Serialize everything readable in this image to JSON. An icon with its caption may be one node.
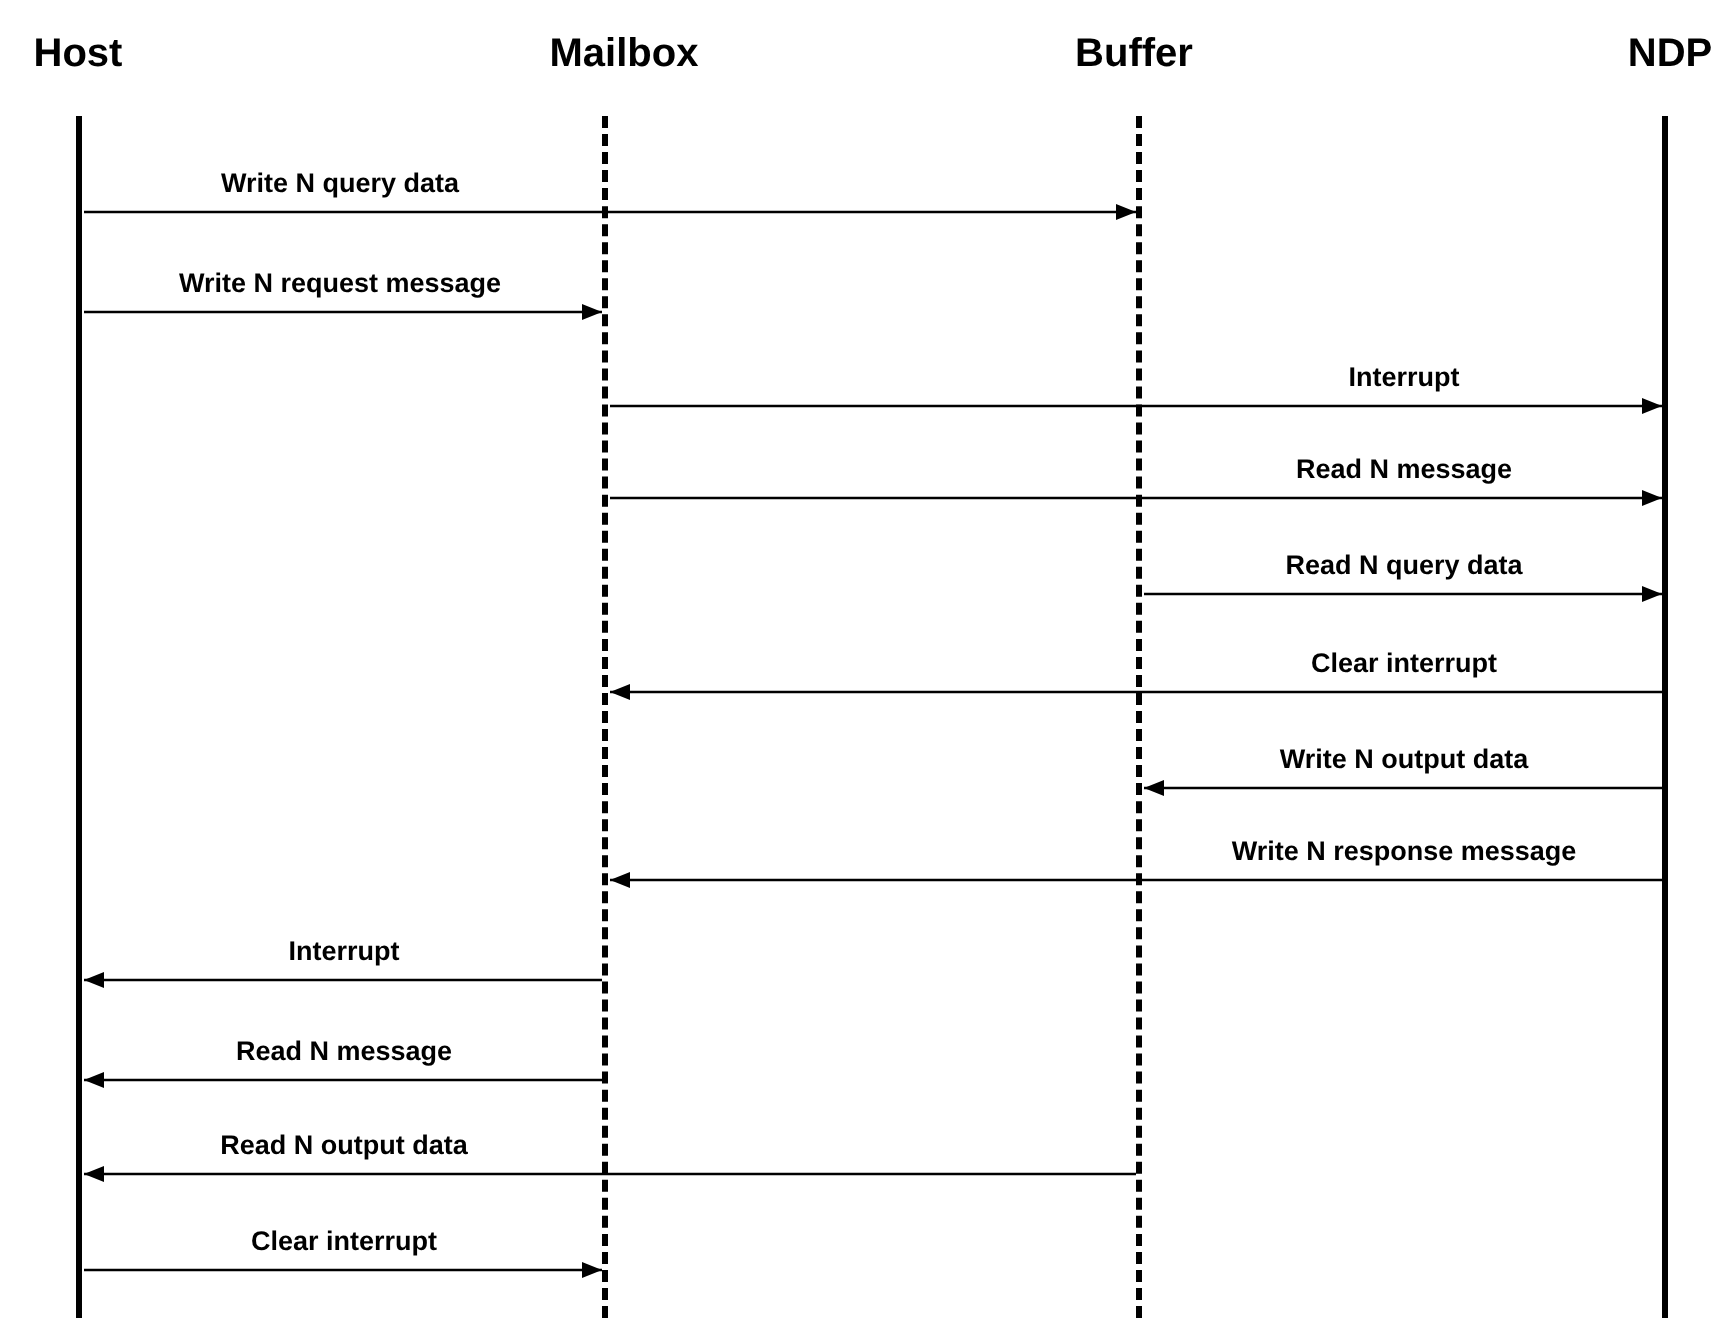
{
  "diagram": {
    "nodes": [
      {
        "text": [
          "Host"
        ]
      },
      {
        "text": [
          "Mailbox"
        ]
      },
      {
        "text": [
          "Buffer"
        ]
      },
      {
        "text": [
          "NDP"
        ]
      }
    ],
    "edges": [
      {
        "from": 0,
        "to": 2,
        "arrow": "to",
        "label": "Write N query data"
      },
      {
        "from": 0,
        "to": 1,
        "arrow": "to",
        "label": "Write N request message"
      },
      {
        "from": 1,
        "to": 3,
        "arrow": "to",
        "label": "Interrupt"
      },
      {
        "from": 1,
        "to": 3,
        "arrow": "to",
        "label": "Read N message"
      },
      {
        "from": 2,
        "to": 3,
        "arrow": "to",
        "label": "Read N query data"
      },
      {
        "from": 3,
        "to": 1,
        "arrow": "to",
        "label": "Clear interrupt"
      },
      {
        "from": 3,
        "to": 2,
        "arrow": "to",
        "label": "Write N output data"
      },
      {
        "from": 3,
        "to": 1,
        "arrow": "to",
        "label": "Write N response message"
      },
      {
        "from": 1,
        "to": 0,
        "arrow": "to",
        "label": "Interrupt"
      },
      {
        "from": 1,
        "to": 0,
        "arrow": "to",
        "label": "Read N message"
      },
      {
        "from": 2,
        "to": 0,
        "arrow": "to",
        "label": "Read N output data"
      },
      {
        "from": 0,
        "to": 1,
        "arrow": "to",
        "label": "Clear interrupt"
      }
    ]
  }
}
